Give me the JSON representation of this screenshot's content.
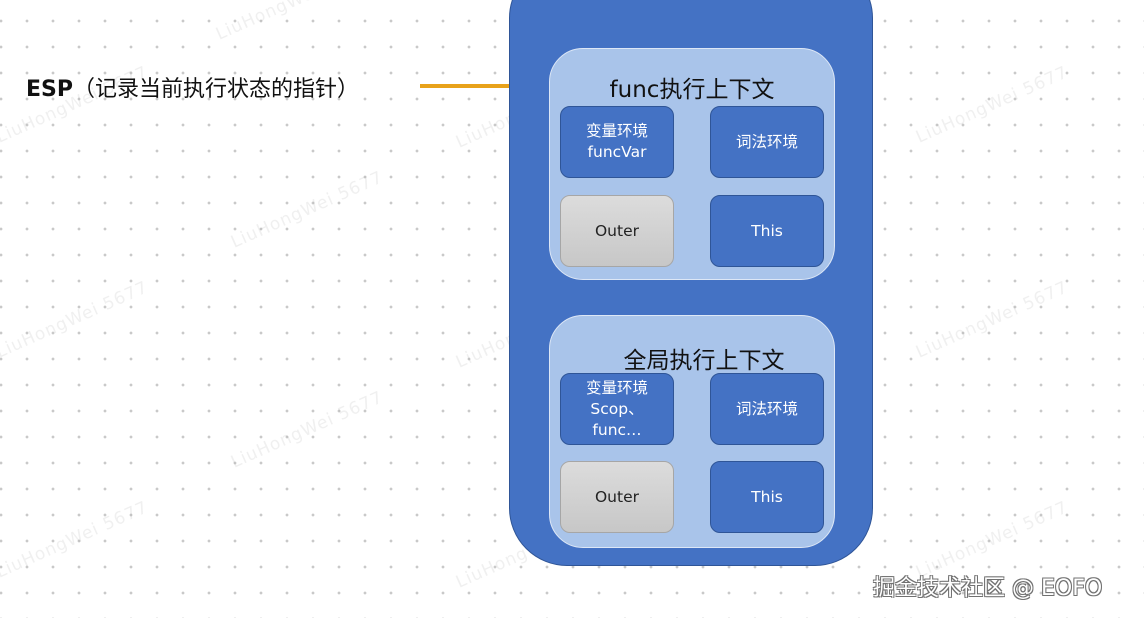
{
  "esp": {
    "key": "ESP",
    "annotation": "（记录当前执行状态的指针）"
  },
  "func_context": {
    "title": "func执行上下文",
    "variable_env": [
      "变量环境",
      "funcVar"
    ],
    "lexical_env": "词法环境",
    "outer": "Outer",
    "this": "This"
  },
  "global_context": {
    "title": "全局执行上下文",
    "variable_env": [
      "变量环境",
      "Scop、",
      "func…"
    ],
    "lexical_env": "词法环境",
    "outer": "Outer",
    "this": "This"
  },
  "watermark_text": "LiuHongWei 5677",
  "credit": "掘金技术社区 @ EOFO",
  "colors": {
    "stack": "#4472c4",
    "context_bg": "#a9c4ea",
    "cell_blue": "#4472c4",
    "cell_gray": "#c7c7c7",
    "arrow": "#e8a21a"
  }
}
